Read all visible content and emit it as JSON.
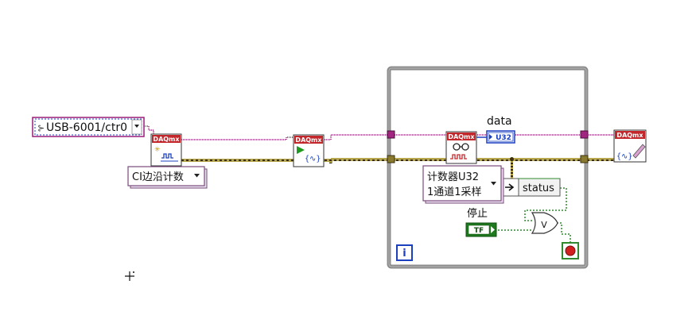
{
  "channel_constant": {
    "value": "USB-6001/ctr0",
    "ring_glyph": "⊱"
  },
  "create_channel_vi": {
    "header": "DAQmx",
    "icon": "create-counter-channel-icon"
  },
  "measurement_type": {
    "value": "CI边沿计数"
  },
  "start_task_vi": {
    "header": "DAQmx",
    "icon": "start-task-icon"
  },
  "while_loop": {
    "iteration_terminal": "i"
  },
  "read_vi": {
    "header": "DAQmx",
    "icon": "read-counter-icon",
    "format_line1": "计数器U32",
    "format_line2": "1通道1采样"
  },
  "data_indicator": {
    "label": "data",
    "type_label": "U32"
  },
  "status_unbundle": {
    "label": "status"
  },
  "stop_control": {
    "label": "停止",
    "value_text": "TF"
  },
  "or_gate": {
    "label": "V"
  },
  "clear_task_vi": {
    "header": "DAQmx",
    "icon": "clear-task-icon"
  },
  "colors": {
    "task_wire": "#9b1b7a",
    "error_wire_a": "#b2a04c",
    "error_wire_b": "#3a3010",
    "bool_wire": "#2f8a2f",
    "loop_frame": "#8c8c8c",
    "loop_terminal": "#1a3fbf",
    "stop_terminal": "#d12020",
    "daq_header": "#c3272b"
  }
}
